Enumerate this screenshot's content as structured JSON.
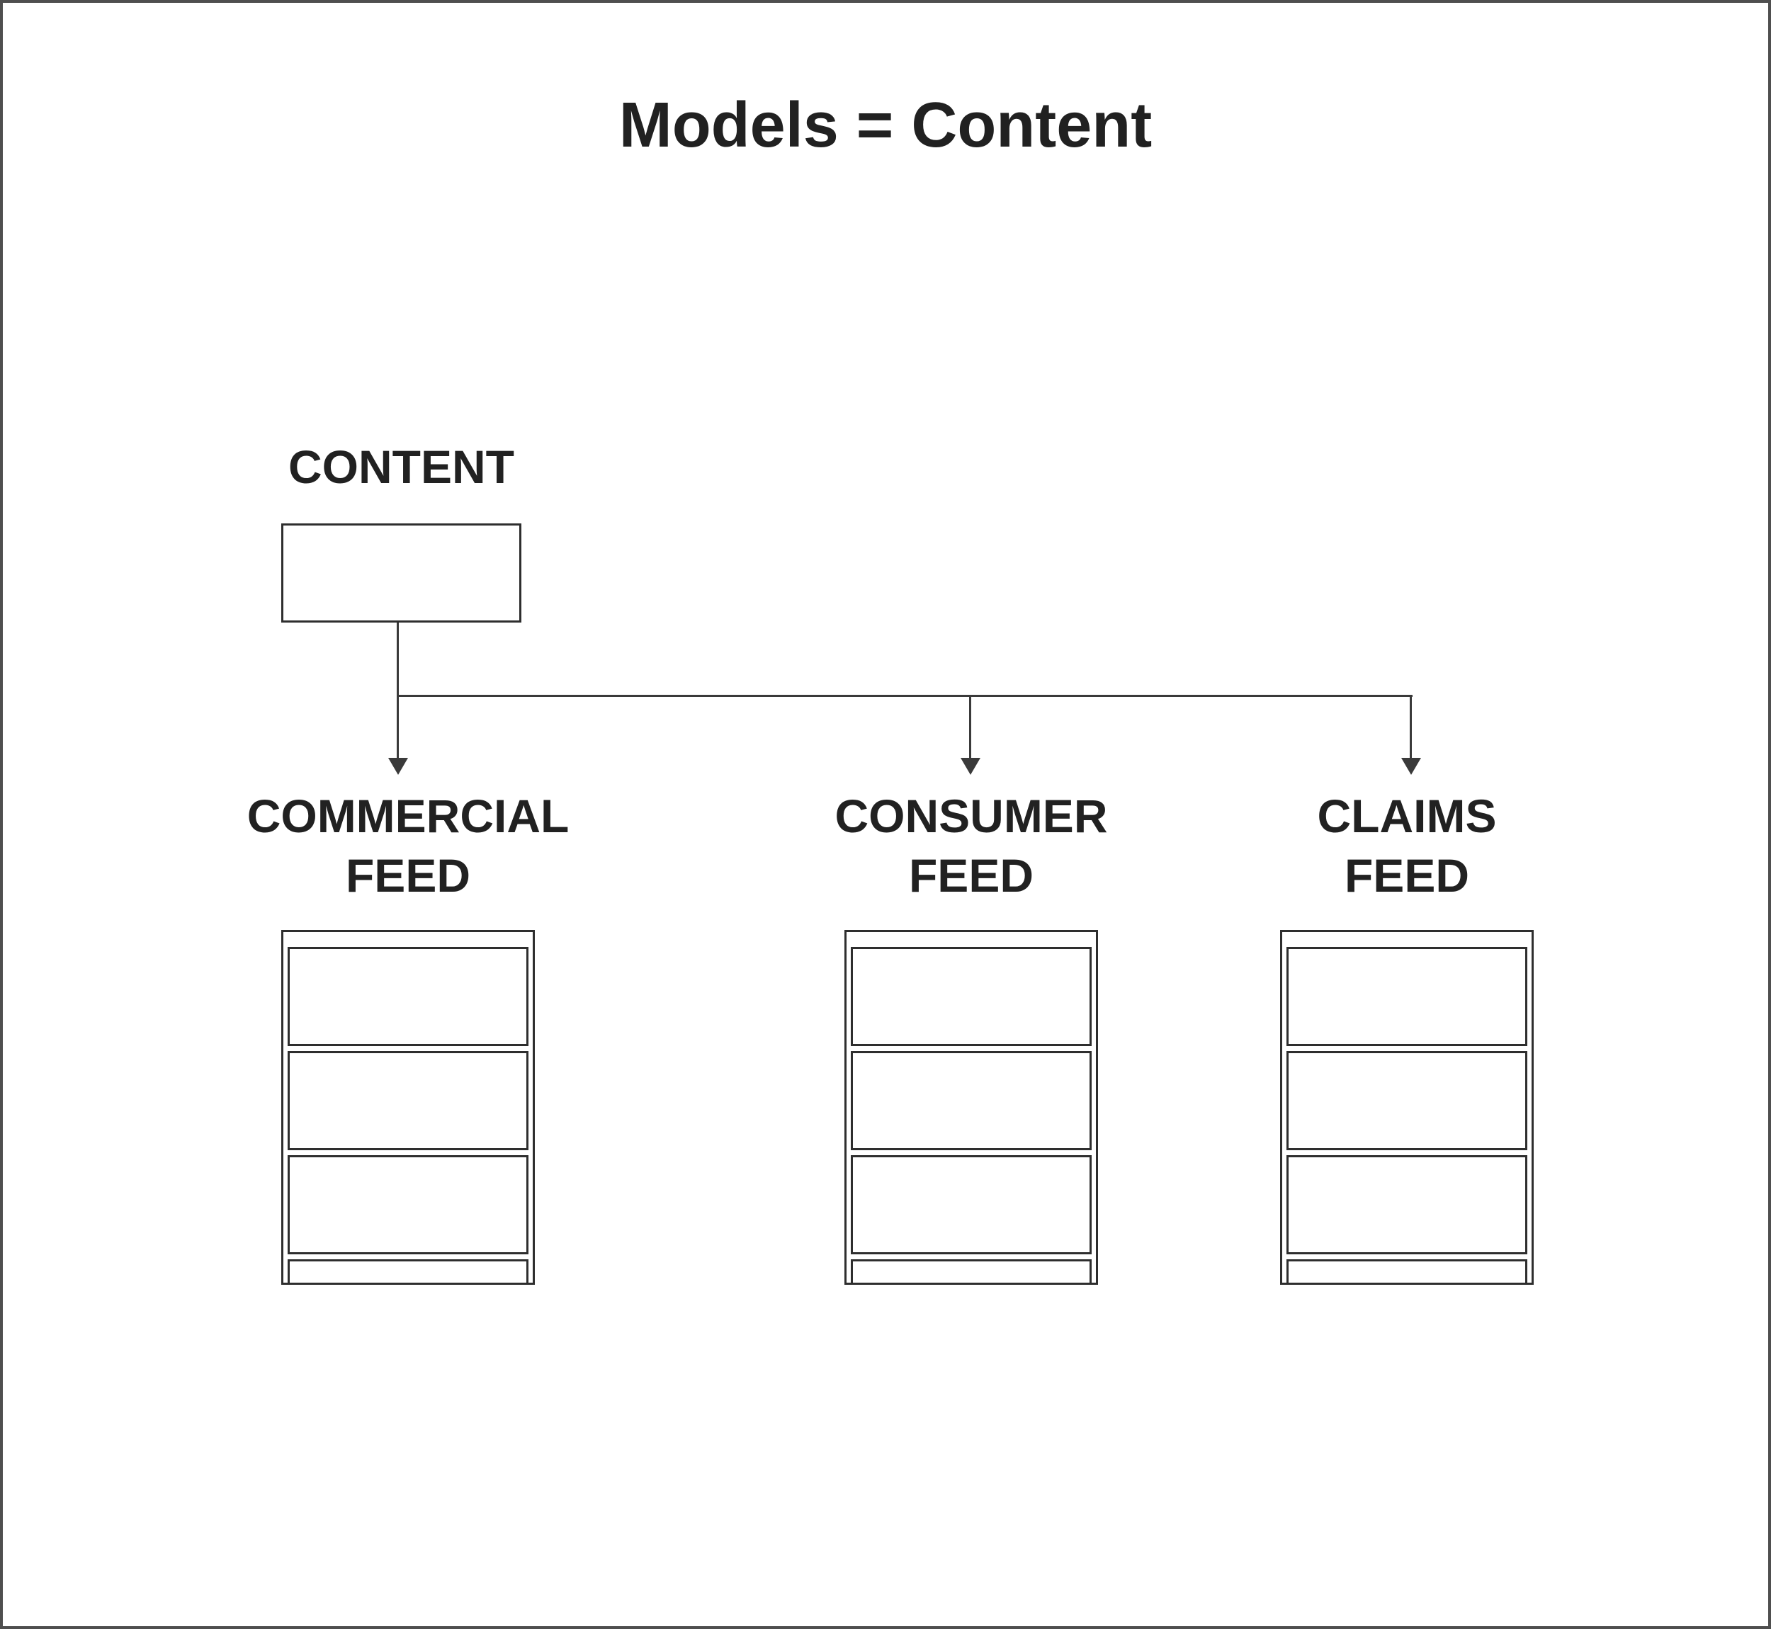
{
  "title": "Models = Content",
  "colors": {
    "background": "#ffffff",
    "frame": "#4f4f4f",
    "line": "#3a3a3a",
    "border": "#2e2e2e",
    "text": "#212121"
  },
  "source": {
    "label": "CONTENT"
  },
  "feeds": [
    {
      "label_line1": "COMMERCIAL",
      "label_line2": "FEED",
      "cards": 3,
      "partial_card": true
    },
    {
      "label_line1": "CONSUMER",
      "label_line2": "FEED",
      "cards": 3,
      "partial_card": true
    },
    {
      "label_line1": "CLAIMS",
      "label_line2": "FEED",
      "cards": 3,
      "partial_card": true
    }
  ]
}
